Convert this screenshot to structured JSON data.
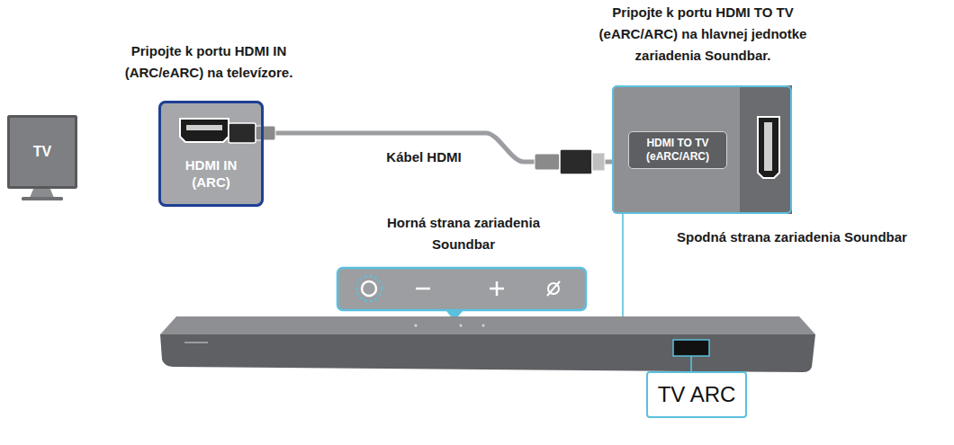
{
  "diagram": {
    "nodes": [
      {
        "text": [
          "TV"
        ]
      },
      {
        "text": [
          "HDMI IN (ARC)"
        ]
      },
      {
        "text": [
          "HDMI TO TV (eARC/ARC)"
        ]
      },
      {
        "text": [
          "TV ARC"
        ]
      }
    ],
    "edges": [
      {
        "from": 1,
        "to": 2,
        "label": "Kábel HDMI",
        "arrow": "none"
      }
    ],
    "labels": [
      "Pripojte k portu HDMI IN (ARC/eARC) na televízore.",
      "Pripojte k portu HDMI TO TV (eARC/ARC) na hlavnej jednotke zariadenia Soundbar.",
      "Horná strana zariadenia Soundbar",
      "Spodná strana zariadenia Soundbar"
    ]
  }
}
